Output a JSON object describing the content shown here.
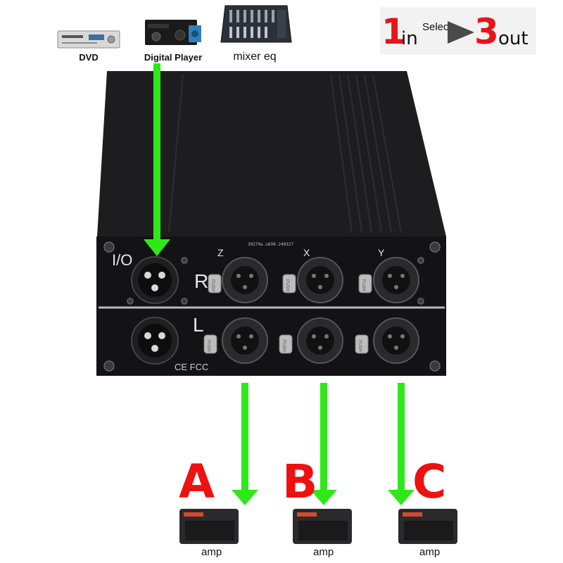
{
  "sources": [
    {
      "label": "DVD",
      "icon": "dvd-player-icon"
    },
    {
      "label": "Digital Player",
      "icon": "digital-player-icon"
    },
    {
      "label": "mixer eq",
      "icon": "mixer-icon"
    }
  ],
  "badge": {
    "in_count": "1",
    "in_word": "in",
    "select_word": "Select",
    "out_count": "3",
    "out_word": "out"
  },
  "device": {
    "io_label": "I/O",
    "channel_r": "R",
    "channel_l": "L",
    "port_z": "Z",
    "port_x": "X",
    "port_y": "Y",
    "serial": "30270a.u690.240327",
    "cert": "CE FCC",
    "push_label": "PUSH"
  },
  "outputs": [
    {
      "letter": "A",
      "label": "amp"
    },
    {
      "letter": "B",
      "label": "amp"
    },
    {
      "letter": "C",
      "label": "amp"
    }
  ],
  "colors": {
    "arrow": "#2fe81a",
    "letter": "#ee1111",
    "badge_number": "#e8141b",
    "device_body": "#1d1d1f"
  }
}
